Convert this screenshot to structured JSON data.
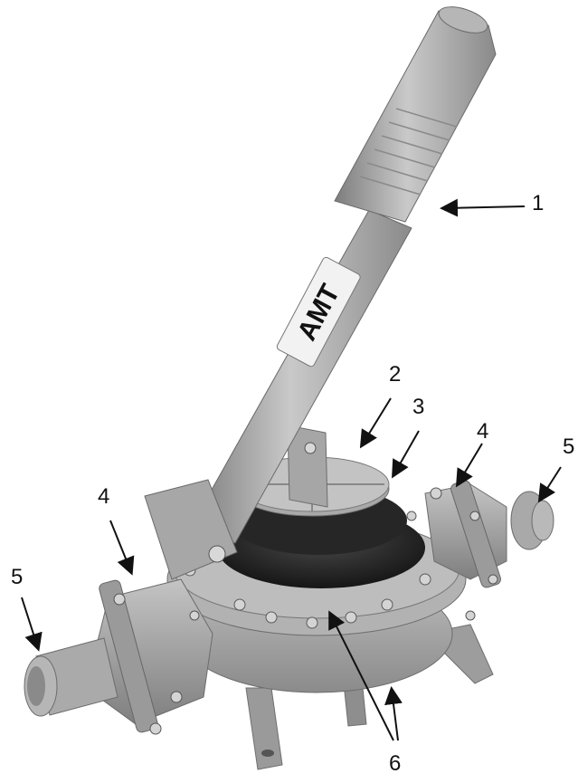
{
  "image": {
    "subject": "diaphragm hand pump",
    "brand_label": "AMT",
    "colors": {
      "body": "#a8a8a8",
      "diaphragm": "#2a2a2a",
      "background": "#ffffff"
    }
  },
  "callouts": [
    {
      "label": "1"
    },
    {
      "label": "2"
    },
    {
      "label": "3"
    },
    {
      "label": "4"
    },
    {
      "label": "4"
    },
    {
      "label": "5"
    },
    {
      "label": "5"
    },
    {
      "label": "6"
    }
  ]
}
